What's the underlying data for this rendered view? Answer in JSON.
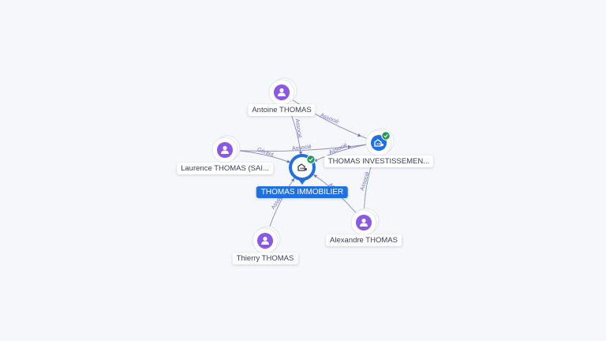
{
  "colors": {
    "person": "#8a57e6",
    "company": "#1f6fe5",
    "main": "#1f6fe5",
    "edge": "#8a8fb5",
    "verified": "#1e9a56"
  },
  "nodes": [
    {
      "id": "antoine",
      "label": "Antoine THOMAS",
      "kind": "person",
      "icon": "person-icon"
    },
    {
      "id": "laurence",
      "label": "Laurence THOMAS (SAI...",
      "kind": "person",
      "icon": "person-icon"
    },
    {
      "id": "thierry",
      "label": "Thierry THOMAS",
      "kind": "person",
      "icon": "person-icon"
    },
    {
      "id": "alexandre",
      "label": "Alexandre THOMAS",
      "kind": "person",
      "icon": "person-icon"
    },
    {
      "id": "invest",
      "label": "THOMAS INVESTISSEMEN...",
      "kind": "company",
      "icon": "building-icon",
      "verified": true
    },
    {
      "id": "immo",
      "label": "THOMAS IMMOBILIER",
      "kind": "main",
      "icon": "building-icon",
      "verified": true
    }
  ],
  "edges": [
    {
      "from": "antoine",
      "to": "immo",
      "label": "Associé"
    },
    {
      "from": "antoine",
      "to": "invest",
      "label": "Associé"
    },
    {
      "from": "laurence",
      "to": "immo",
      "label": "Gérant"
    },
    {
      "from": "laurence",
      "to": "invest",
      "label": "Associé"
    },
    {
      "from": "thierry",
      "to": "immo",
      "label": "Associé"
    },
    {
      "from": "alexandre",
      "to": "immo",
      "label": "Associé"
    },
    {
      "from": "alexandre",
      "to": "invest",
      "label": "Associé"
    },
    {
      "from": "invest",
      "to": "immo",
      "label": "Associé"
    }
  ]
}
